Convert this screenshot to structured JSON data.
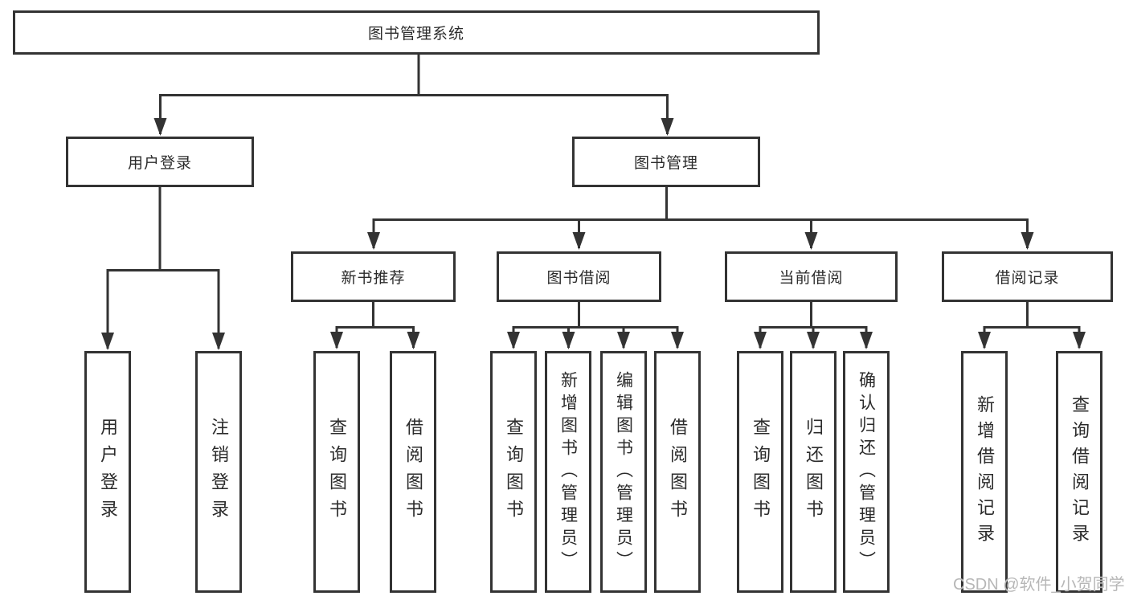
{
  "tree": {
    "root": {
      "label": "图书管理系统"
    },
    "level2": [
      {
        "label": "用户登录",
        "children": [
          {
            "label": "用户登录"
          },
          {
            "label": "注销登录"
          }
        ]
      },
      {
        "label": "图书管理",
        "children": [
          {
            "label": "新书推荐",
            "children": [
              {
                "label": "查询图书"
              },
              {
                "label": "借阅图书"
              }
            ]
          },
          {
            "label": "图书借阅",
            "children": [
              {
                "label": "查询图书"
              },
              {
                "label": "新增图书（管理员）"
              },
              {
                "label": "编辑图书（管理员）"
              },
              {
                "label": "借阅图书"
              }
            ]
          },
          {
            "label": "当前借阅",
            "children": [
              {
                "label": "查询图书"
              },
              {
                "label": "归还图书"
              },
              {
                "label": "确认归还（管理员）"
              }
            ]
          },
          {
            "label": "借阅记录",
            "children": [
              {
                "label": "新增借阅记录"
              },
              {
                "label": "查询借阅记录"
              }
            ]
          }
        ]
      }
    ]
  },
  "watermark": {
    "text": "CSDN @软件_小贺同学"
  },
  "colors": {
    "line": "#333333",
    "text": "#2b2b2b",
    "watermark": "#b7b7b7"
  }
}
